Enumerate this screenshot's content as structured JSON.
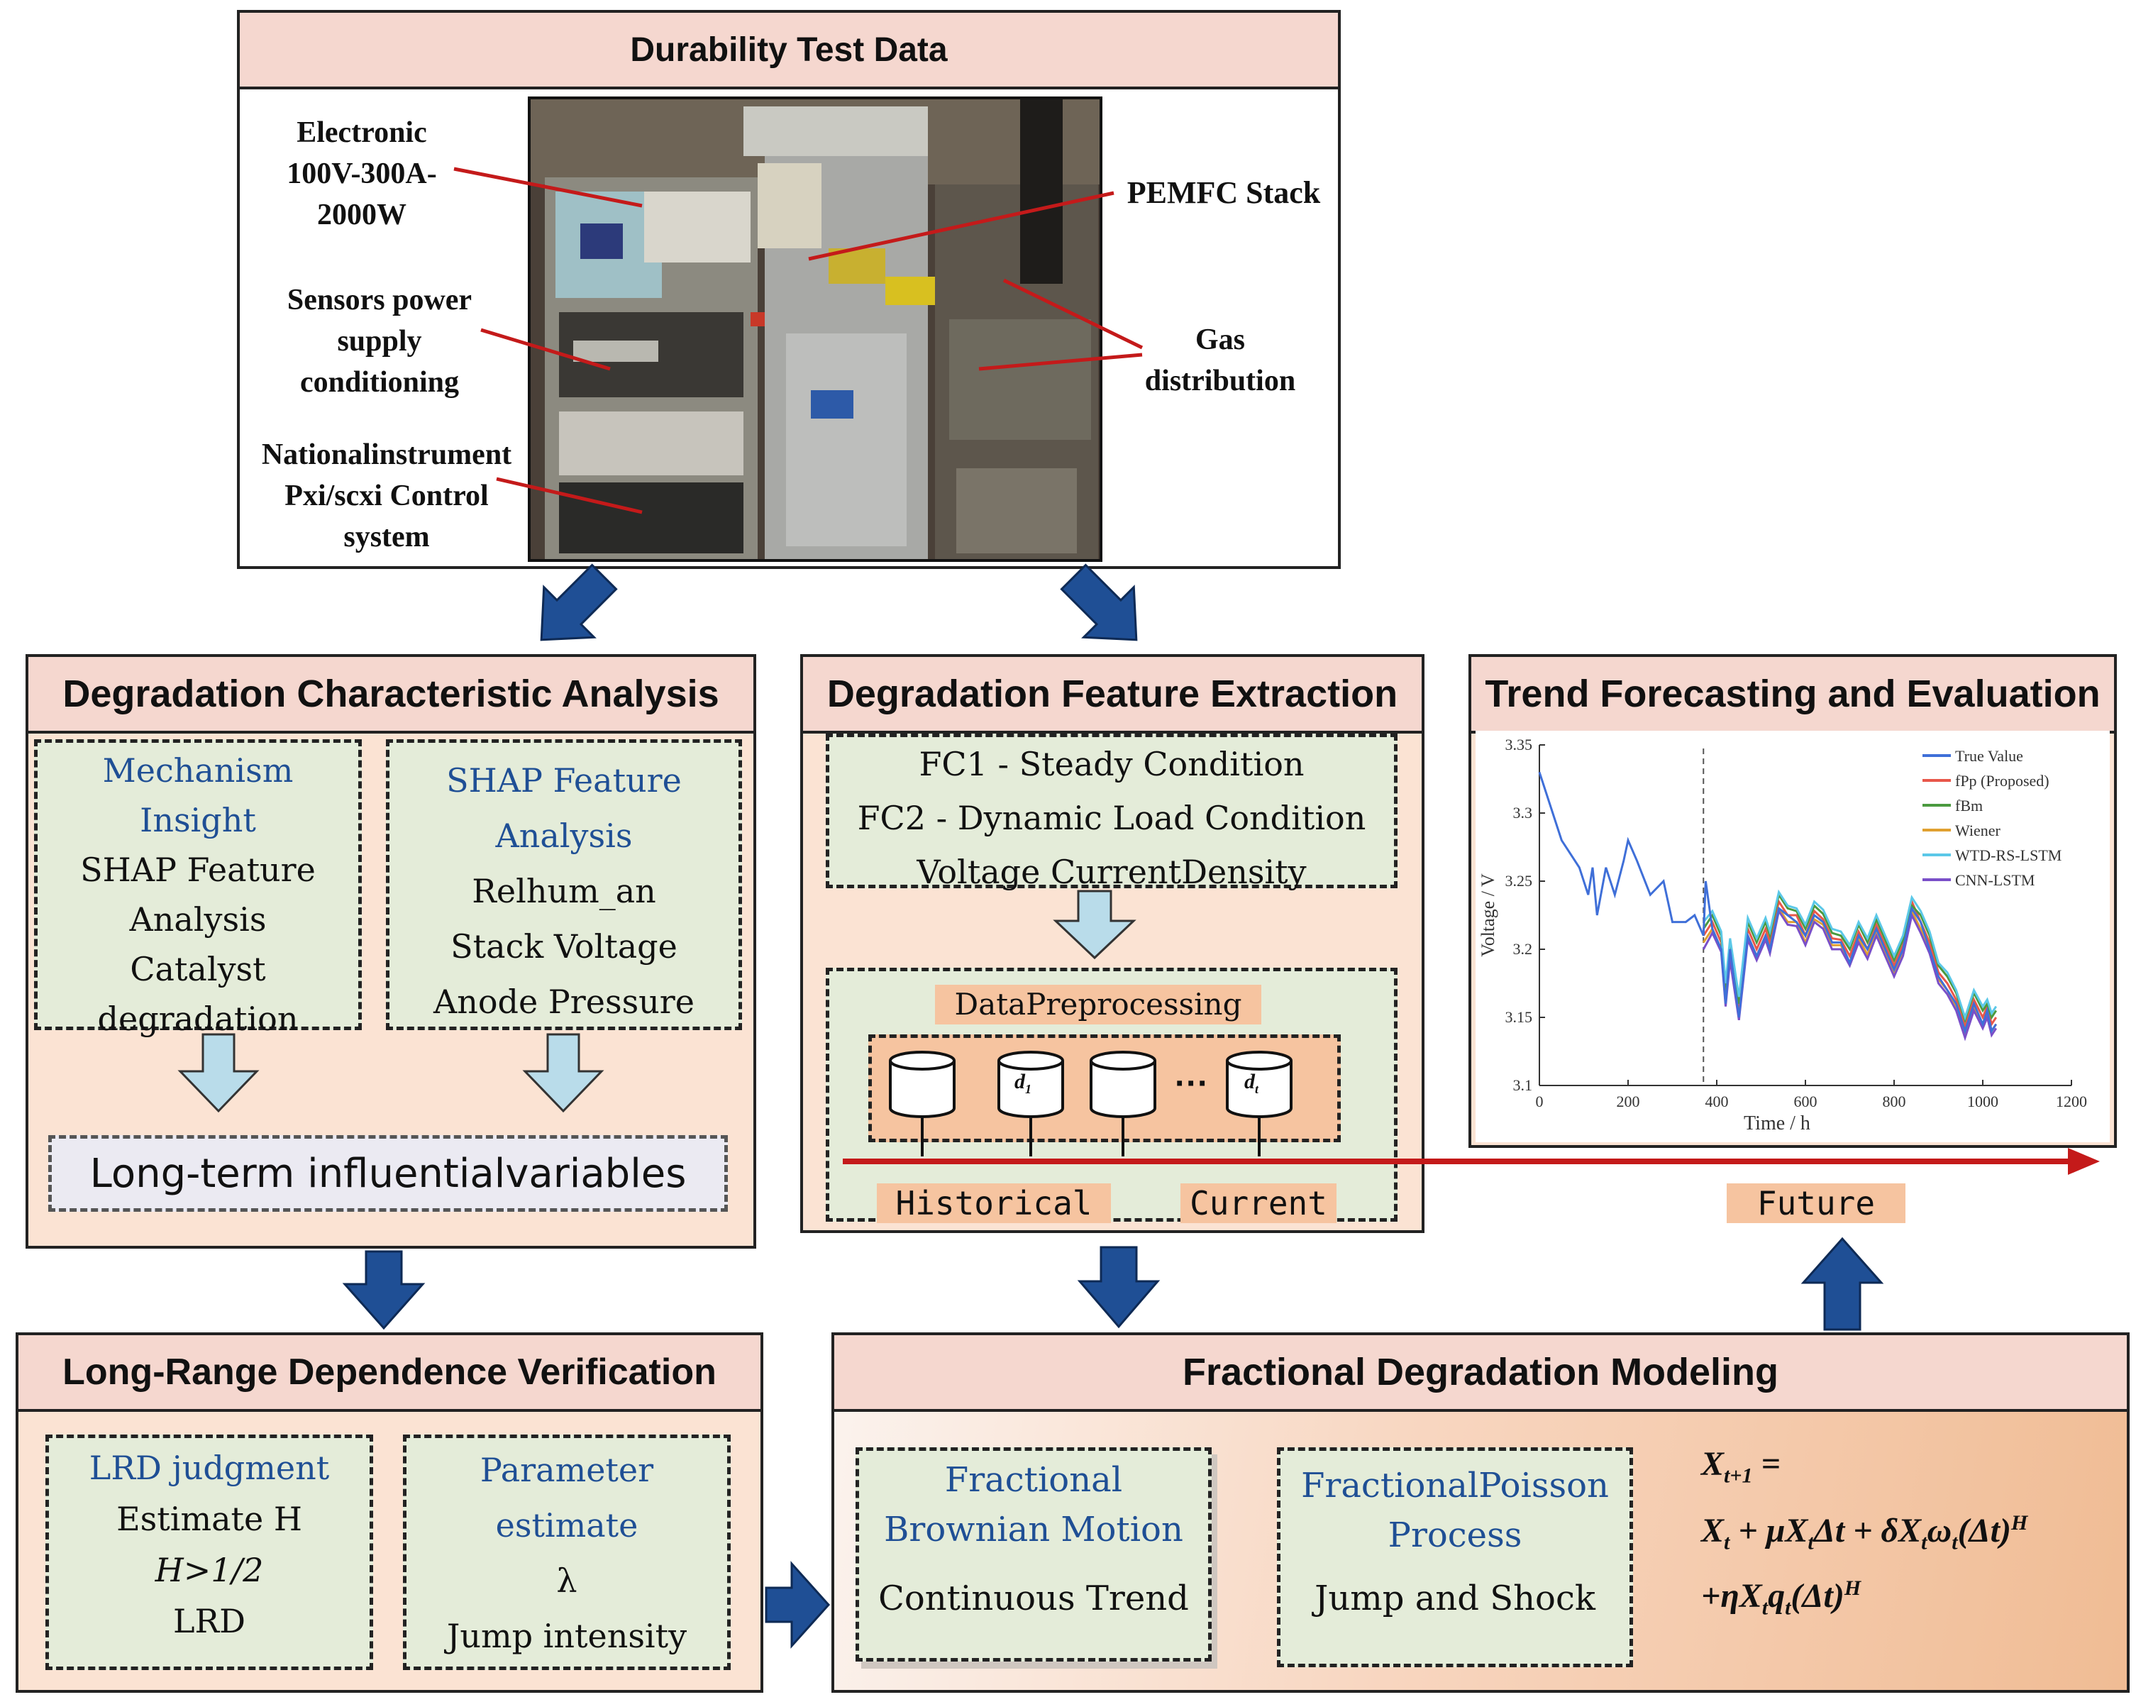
{
  "top": {
    "title": "Durability Test Data",
    "labels": {
      "electronic": [
        "Electronic",
        "100V-300A-",
        "2000W"
      ],
      "sensors": [
        "Sensors power",
        "supply",
        "conditioning"
      ],
      "ni": [
        "Nationalinstrument",
        "Pxi/scxi Control",
        "system"
      ],
      "pemfc": "PEMFC  Stack",
      "gas": [
        "Gas",
        "distribution"
      ]
    }
  },
  "dca": {
    "title": "Degradation Characteristic Analysis",
    "mechanism": {
      "head": [
        "Mechanism",
        "Insight"
      ],
      "lines": [
        "SHAP Feature",
        "Analysis",
        "Catalyst",
        "degradation"
      ]
    },
    "shap": {
      "head": [
        "SHAP Feature",
        "Analysis"
      ],
      "lines": [
        "Relhum_an",
        "Stack Voltage",
        "Anode Pressure"
      ]
    },
    "longterm": "Long-term influentialvariables"
  },
  "dfe": {
    "title": "Degradation Feature Extraction",
    "conditions": [
      "FC1 - Steady Condition",
      "FC2 - Dynamic Load Condition",
      "Voltage  CurrentDensity"
    ],
    "preproc": "DataPreprocessing",
    "cyl_d1": "d",
    "cyl_d1_sub": "1",
    "cyl_dt": "d",
    "cyl_dt_sub": "t",
    "dots": "···",
    "historical": "Historical",
    "current": "Current"
  },
  "tfe": {
    "title": "Trend Forecasting and Evaluation",
    "future": "Future"
  },
  "lrd": {
    "title": "Long-Range Dependence Verification",
    "judgment": {
      "head": "LRD judgment",
      "lines": [
        "Estimate H",
        "H>1/2",
        "LRD"
      ]
    },
    "param": {
      "head": [
        "Parameter",
        "estimate"
      ],
      "lines": [
        "λ",
        "Jump intensity"
      ]
    }
  },
  "fdm": {
    "title": "Fractional Degradation Modeling",
    "fbm": {
      "head": [
        "Fractional",
        "Brownian Motion"
      ],
      "line": "Continuous Trend"
    },
    "fpp": {
      "head": [
        "FractionalPoisson",
        "Process"
      ],
      "line": "Jump and Shock"
    },
    "equation": [
      "X",
      "t+1",
      " =",
      "X",
      "t",
      " + μX",
      "t",
      "Δt + δX",
      "t",
      "ω",
      "t",
      "(Δt)",
      "H",
      "+ηX",
      "t",
      "q",
      "t",
      "(Δt)",
      "H"
    ]
  },
  "chart_data": {
    "type": "line",
    "xlabel": "Time / h",
    "ylabel": "Voltage / V",
    "xlim": [
      0,
      1200
    ],
    "ylim": [
      3.1,
      3.35
    ],
    "xticks": [
      0,
      200,
      400,
      600,
      800,
      1000,
      1200
    ],
    "yticks": [
      3.1,
      3.15,
      3.2,
      3.25,
      3.3,
      3.35
    ],
    "split_x": 370,
    "legend_position": "top-right",
    "series": [
      {
        "name": "True Value",
        "color": "#3f6fd8",
        "x": [
          0,
          10,
          30,
          50,
          70,
          90,
          110,
          120,
          130,
          150,
          170,
          190,
          200,
          220,
          250,
          280,
          300,
          330,
          350,
          370,
          375,
          390,
          410,
          420,
          430,
          450,
          470,
          490,
          510,
          520,
          540,
          560,
          580,
          600,
          620,
          640,
          660,
          680,
          700,
          720,
          740,
          760,
          780,
          800,
          820,
          840,
          860,
          880,
          900,
          920,
          940,
          960,
          980,
          1000,
          1010,
          1020,
          1030
        ],
        "y": [
          3.33,
          3.32,
          3.3,
          3.28,
          3.27,
          3.26,
          3.24,
          3.26,
          3.225,
          3.26,
          3.24,
          3.265,
          3.28,
          3.265,
          3.24,
          3.25,
          3.22,
          3.22,
          3.225,
          3.21,
          3.25,
          3.215,
          3.2,
          3.16,
          3.2,
          3.15,
          3.21,
          3.195,
          3.21,
          3.2,
          3.23,
          3.225,
          3.22,
          3.21,
          3.225,
          3.22,
          3.205,
          3.205,
          3.19,
          3.21,
          3.2,
          3.215,
          3.2,
          3.185,
          3.2,
          3.23,
          3.22,
          3.2,
          3.18,
          3.17,
          3.16,
          3.14,
          3.16,
          3.145,
          3.155,
          3.14,
          3.145
        ]
      },
      {
        "name": "fPp (Proposed)",
        "color": "#e8574a",
        "x": [
          370,
          390,
          410,
          420,
          430,
          450,
          470,
          490,
          510,
          520,
          540,
          560,
          580,
          600,
          620,
          640,
          660,
          680,
          700,
          720,
          740,
          760,
          780,
          800,
          820,
          840,
          860,
          880,
          900,
          920,
          940,
          960,
          980,
          1000,
          1010,
          1020,
          1030
        ],
        "y": [
          3.21,
          3.22,
          3.205,
          3.165,
          3.2,
          3.155,
          3.215,
          3.2,
          3.215,
          3.205,
          3.235,
          3.225,
          3.225,
          3.21,
          3.228,
          3.222,
          3.208,
          3.207,
          3.195,
          3.213,
          3.2,
          3.218,
          3.203,
          3.188,
          3.203,
          3.235,
          3.22,
          3.205,
          3.183,
          3.175,
          3.163,
          3.143,
          3.163,
          3.15,
          3.158,
          3.145,
          3.15
        ]
      },
      {
        "name": "fBm",
        "color": "#4a9a3f",
        "x": [
          370,
          390,
          410,
          420,
          430,
          450,
          470,
          490,
          510,
          520,
          540,
          560,
          580,
          600,
          620,
          640,
          660,
          680,
          700,
          720,
          740,
          760,
          780,
          800,
          820,
          840,
          860,
          880,
          900,
          920,
          940,
          960,
          980,
          1000,
          1010,
          1020,
          1030
        ],
        "y": [
          3.215,
          3.225,
          3.21,
          3.17,
          3.205,
          3.16,
          3.22,
          3.205,
          3.22,
          3.21,
          3.24,
          3.23,
          3.228,
          3.215,
          3.232,
          3.226,
          3.212,
          3.21,
          3.2,
          3.218,
          3.205,
          3.222,
          3.207,
          3.192,
          3.207,
          3.232,
          3.225,
          3.21,
          3.188,
          3.18,
          3.168,
          3.148,
          3.168,
          3.155,
          3.16,
          3.15,
          3.155
        ]
      },
      {
        "name": "Wiener",
        "color": "#e0a030",
        "x": [
          370,
          390,
          410,
          420,
          430,
          450,
          470,
          490,
          510,
          520,
          540,
          560,
          580,
          600,
          620,
          640,
          660,
          680,
          700,
          720,
          740,
          760,
          780,
          800,
          820,
          840,
          860,
          880,
          900,
          920,
          940,
          960,
          980,
          1000,
          1010,
          1020,
          1030
        ],
        "y": [
          3.205,
          3.215,
          3.2,
          3.16,
          3.195,
          3.15,
          3.21,
          3.195,
          3.21,
          3.2,
          3.23,
          3.22,
          3.22,
          3.205,
          3.222,
          3.218,
          3.203,
          3.203,
          3.19,
          3.208,
          3.196,
          3.213,
          3.198,
          3.183,
          3.198,
          3.228,
          3.215,
          3.2,
          3.178,
          3.17,
          3.158,
          3.138,
          3.158,
          3.145,
          3.153,
          3.14,
          3.145
        ]
      },
      {
        "name": "WTD-RS-LSTM",
        "color": "#5bc8e8",
        "x": [
          370,
          390,
          410,
          420,
          430,
          450,
          470,
          490,
          510,
          520,
          540,
          560,
          580,
          600,
          620,
          640,
          660,
          680,
          700,
          720,
          740,
          760,
          780,
          800,
          820,
          840,
          860,
          880,
          900,
          920,
          940,
          960,
          980,
          1000,
          1010,
          1020,
          1030
        ],
        "y": [
          3.22,
          3.228,
          3.213,
          3.175,
          3.208,
          3.165,
          3.223,
          3.208,
          3.223,
          3.213,
          3.242,
          3.232,
          3.23,
          3.218,
          3.235,
          3.229,
          3.215,
          3.213,
          3.203,
          3.22,
          3.208,
          3.225,
          3.21,
          3.195,
          3.21,
          3.238,
          3.228,
          3.213,
          3.19,
          3.183,
          3.17,
          3.15,
          3.17,
          3.158,
          3.163,
          3.153,
          3.158
        ]
      },
      {
        "name": "CNN-LSTM",
        "color": "#7a4fc8",
        "x": [
          370,
          390,
          410,
          420,
          430,
          450,
          470,
          490,
          510,
          520,
          540,
          560,
          580,
          600,
          620,
          640,
          660,
          680,
          700,
          720,
          740,
          760,
          780,
          800,
          820,
          840,
          860,
          880,
          900,
          920,
          940,
          960,
          980,
          1000,
          1010,
          1020,
          1030
        ],
        "y": [
          3.2,
          3.212,
          3.198,
          3.158,
          3.192,
          3.148,
          3.207,
          3.192,
          3.207,
          3.197,
          3.228,
          3.218,
          3.217,
          3.203,
          3.22,
          3.215,
          3.2,
          3.2,
          3.188,
          3.205,
          3.193,
          3.21,
          3.195,
          3.18,
          3.195,
          3.225,
          3.212,
          3.197,
          3.175,
          3.167,
          3.155,
          3.135,
          3.155,
          3.142,
          3.15,
          3.137,
          3.142
        ]
      }
    ]
  }
}
